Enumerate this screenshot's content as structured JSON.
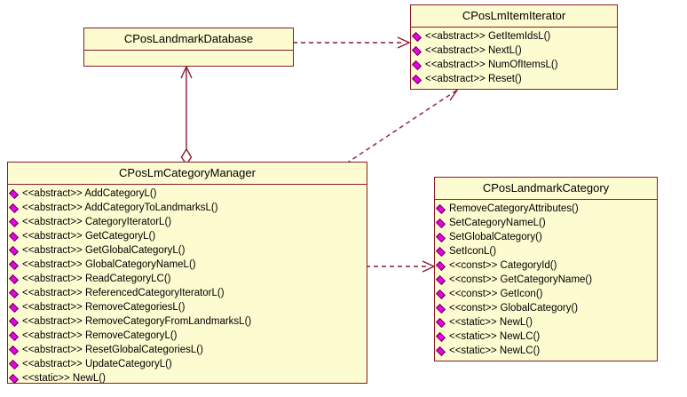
{
  "diagram": {
    "type": "uml-class-diagram",
    "background": "#ffffff",
    "colors": {
      "box_fill": "#fdfbd0",
      "box_border": "#8b1a2e",
      "connector": "#8b1a2e",
      "visibility_icon": "#e800e8",
      "text": "#000000"
    },
    "classes": [
      {
        "id": "database",
        "name": "CPosLandmarkDatabase",
        "members": []
      },
      {
        "id": "iterator",
        "name": "CPosLmItemIterator",
        "members": [
          {
            "stereotype": "<<abstract>>",
            "label": "<<abstract>> GetItemIdsL()"
          },
          {
            "stereotype": "<<abstract>>",
            "label": "<<abstract>> NextL()"
          },
          {
            "stereotype": "<<abstract>>",
            "label": "<<abstract>> NumOfItemsL()"
          },
          {
            "stereotype": "<<abstract>>",
            "label": "<<abstract>> Reset()"
          }
        ]
      },
      {
        "id": "categorymanager",
        "name": "CPosLmCategoryManager",
        "members": [
          {
            "stereotype": "<<abstract>>",
            "label": "<<abstract>> AddCategoryL()"
          },
          {
            "stereotype": "<<abstract>>",
            "label": "<<abstract>> AddCategoryToLandmarksL()"
          },
          {
            "stereotype": "<<abstract>>",
            "label": "<<abstract>> CategoryIteratorL()"
          },
          {
            "stereotype": "<<abstract>>",
            "label": "<<abstract>> GetCategoryL()"
          },
          {
            "stereotype": "<<abstract>>",
            "label": "<<abstract>> GetGlobalCategoryL()"
          },
          {
            "stereotype": "<<abstract>>",
            "label": "<<abstract>> GlobalCategoryNameL()"
          },
          {
            "stereotype": "<<abstract>>",
            "label": "<<abstract>> ReadCategoryLC()"
          },
          {
            "stereotype": "<<abstract>>",
            "label": "<<abstract>> ReferencedCategoryIteratorL()"
          },
          {
            "stereotype": "<<abstract>>",
            "label": "<<abstract>> RemoveCategoriesL()"
          },
          {
            "stereotype": "<<abstract>>",
            "label": "<<abstract>> RemoveCategoryFromLandmarksL()"
          },
          {
            "stereotype": "<<abstract>>",
            "label": "<<abstract>> RemoveCategoryL()"
          },
          {
            "stereotype": "<<abstract>>",
            "label": "<<abstract>> ResetGlobalCategoriesL()"
          },
          {
            "stereotype": "<<abstract>>",
            "label": "<<abstract>> UpdateCategoryL()"
          },
          {
            "stereotype": "<<static>>",
            "label": "<<static>> NewL()"
          }
        ]
      },
      {
        "id": "landmarkcategory",
        "name": "CPosLandmarkCategory",
        "members": [
          {
            "stereotype": "",
            "label": "RemoveCategoryAttributes()"
          },
          {
            "stereotype": "",
            "label": "SetCategoryNameL()"
          },
          {
            "stereotype": "",
            "label": "SetGlobalCategory()"
          },
          {
            "stereotype": "",
            "label": "SetIconL()"
          },
          {
            "stereotype": "<<const>>",
            "label": "<<const>> CategoryId()"
          },
          {
            "stereotype": "<<const>>",
            "label": "<<const>> GetCategoryName()"
          },
          {
            "stereotype": "<<const>>",
            "label": "<<const>> GetIcon()"
          },
          {
            "stereotype": "<<const>>",
            "label": "<<const>> GlobalCategory()"
          },
          {
            "stereotype": "<<static>>",
            "label": "<<static>> NewL()"
          },
          {
            "stereotype": "<<static>>",
            "label": "<<static>> NewLC()"
          },
          {
            "stereotype": "<<static>>",
            "label": "<<static>> NewLC()"
          }
        ]
      }
    ],
    "relationships": [
      {
        "id": "db-to-iterator",
        "kind": "dependency",
        "style": "dashed",
        "arrowhead": "open",
        "from": "CPosLandmarkDatabase",
        "to": "CPosLmItemIterator"
      },
      {
        "id": "manager-to-db",
        "kind": "aggregation",
        "style": "solid",
        "arrowhead": "open",
        "diamond": "hollow",
        "from": "CPosLmCategoryManager",
        "to": "CPosLandmarkDatabase"
      },
      {
        "id": "manager-to-iterator",
        "kind": "dependency",
        "style": "dashed",
        "arrowhead": "open",
        "from": "CPosLmCategoryManager",
        "to": "CPosLmItemIterator"
      },
      {
        "id": "manager-to-category",
        "kind": "dependency",
        "style": "dashed",
        "arrowhead": "open",
        "from": "CPosLmCategoryManager",
        "to": "CPosLandmarkCategory"
      }
    ]
  }
}
